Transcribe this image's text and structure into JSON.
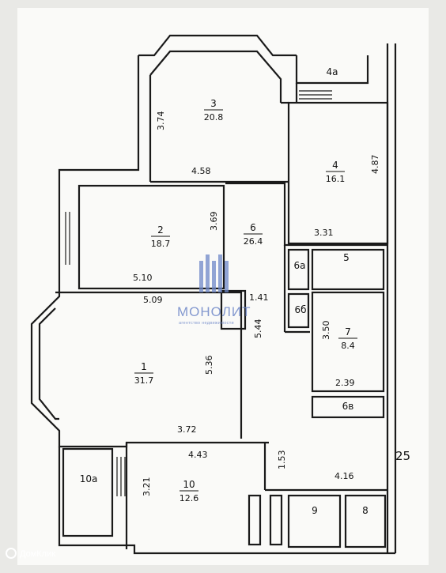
{
  "rooms": [
    {
      "num": "3",
      "area": "20.8"
    },
    {
      "num": "4",
      "area": "16.1"
    },
    {
      "num": "4a",
      "area": ""
    },
    {
      "num": "2",
      "area": "18.7"
    },
    {
      "num": "6",
      "area": "26.4"
    },
    {
      "num": "6a",
      "area": ""
    },
    {
      "num": "5",
      "area": ""
    },
    {
      "num": "6б",
      "area": ""
    },
    {
      "num": "7",
      "area": "8.4"
    },
    {
      "num": "6в",
      "area": ""
    },
    {
      "num": "1",
      "area": "31.7"
    },
    {
      "num": "10a",
      "area": ""
    },
    {
      "num": "10",
      "area": "12.6"
    },
    {
      "num": "9",
      "area": ""
    },
    {
      "num": "8",
      "area": ""
    }
  ],
  "dimensions": [
    "3.74",
    "4.58",
    "4.87",
    "3.31",
    "3.69",
    "5.10",
    "5.09",
    "1.41",
    "5.44",
    "3.50",
    "2.39",
    "5.36",
    "3.72",
    "4.43",
    "1.53",
    "4.16",
    "3.21"
  ],
  "marker": "25",
  "watermark": {
    "brand": "МОНОЛИТ",
    "sub": "агентство недвижимости"
  },
  "corner_brand": "ДомКлик",
  "colors": {
    "wall": "#1a1a1a",
    "paper": "#fafaf8",
    "watermark": "#6f88c8"
  }
}
